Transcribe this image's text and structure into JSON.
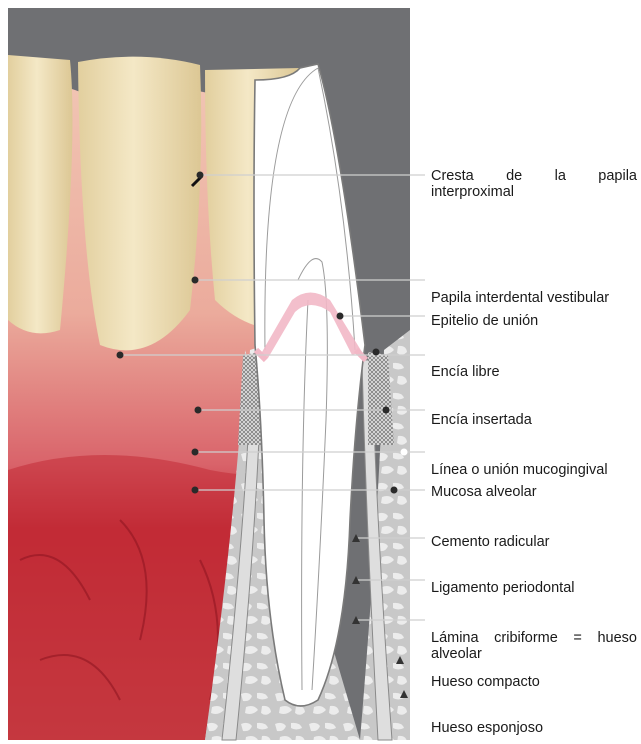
{
  "labels": {
    "cresta_line1": [
      "Cresta",
      "de",
      "la",
      "papila"
    ],
    "cresta_line2": "interproximal",
    "papila_vestibular": "Papila interdental vestibular",
    "epitelio_union": "Epitelio de unión",
    "encia_libre": "Encía libre",
    "encia_insertada": "Encía insertada",
    "linea_mucogingival": "Línea o unión mucogingival",
    "mucosa_alveolar": "Mucosa alveolar",
    "cemento_radicular": "Cemento radicular",
    "ligamento_periodontal": "Ligamento periodontal",
    "lamina_line1": [
      "Lámina",
      "cribiforme",
      "=",
      "hueso"
    ],
    "lamina_line2": "alveolar",
    "hueso_compacto": "Hueso compacto",
    "hueso_esponjoso": "Hueso esponjoso"
  },
  "colors": {
    "background_gray": "#6f7073",
    "enamel": "#efe1b8",
    "gingiva": "#e8a395",
    "mucosa": "#c4333b",
    "bone": "#c9c9c9",
    "epithelium_pink": "#f2b8c6",
    "leader_line": "#cfcfcf"
  }
}
